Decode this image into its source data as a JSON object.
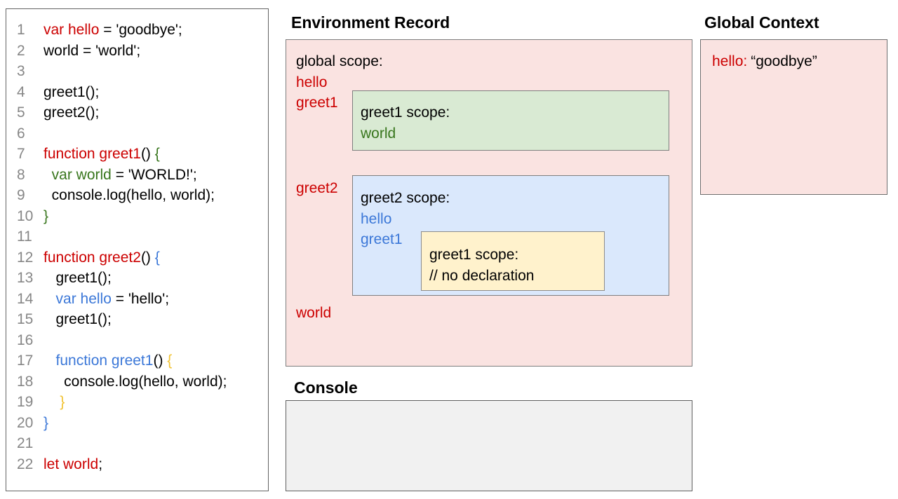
{
  "colors": {
    "red": "#cc0000",
    "green": "#38761d",
    "blue": "#3c78d8",
    "orange": "#f1c232",
    "pink-fill": "#fae3e1",
    "green-fill": "#d9ead3",
    "blue-fill": "#dae8fc",
    "yellow-fill": "#fff2cc",
    "console-fill": "#f1f1f1"
  },
  "code_panel": {
    "lines": [
      {
        "n": "1",
        "segs": [
          {
            "c": "red",
            "t": "var hello"
          },
          {
            "c": "k",
            "t": " = 'goodbye';"
          }
        ]
      },
      {
        "n": "2",
        "segs": [
          {
            "c": "k",
            "t": "world = 'world';"
          }
        ]
      },
      {
        "n": "3",
        "segs": []
      },
      {
        "n": "4",
        "segs": [
          {
            "c": "k",
            "t": "greet1();"
          }
        ]
      },
      {
        "n": "5",
        "segs": [
          {
            "c": "k",
            "t": "greet2();"
          }
        ]
      },
      {
        "n": "6",
        "segs": []
      },
      {
        "n": "7",
        "segs": [
          {
            "c": "red",
            "t": "function greet1"
          },
          {
            "c": "k",
            "t": "() "
          },
          {
            "c": "green",
            "t": "{"
          }
        ]
      },
      {
        "n": "8",
        "segs": [
          {
            "c": "k",
            "t": "  "
          },
          {
            "c": "green",
            "t": "var world"
          },
          {
            "c": "k",
            "t": " = 'WORLD!';"
          }
        ]
      },
      {
        "n": "9",
        "segs": [
          {
            "c": "k",
            "t": "  console.log(hello, world);"
          }
        ]
      },
      {
        "n": "10",
        "segs": [
          {
            "c": "green",
            "t": "}"
          }
        ]
      },
      {
        "n": "11",
        "segs": []
      },
      {
        "n": "12",
        "segs": [
          {
            "c": "red",
            "t": "function greet2"
          },
          {
            "c": "k",
            "t": "() "
          },
          {
            "c": "blue",
            "t": "{"
          }
        ]
      },
      {
        "n": "13",
        "segs": [
          {
            "c": "k",
            "t": "   greet1();"
          }
        ]
      },
      {
        "n": "14",
        "segs": [
          {
            "c": "k",
            "t": "   "
          },
          {
            "c": "blue",
            "t": "var hello"
          },
          {
            "c": "k",
            "t": " = 'hello';"
          }
        ]
      },
      {
        "n": "15",
        "segs": [
          {
            "c": "k",
            "t": "   greet1();"
          }
        ]
      },
      {
        "n": "16",
        "segs": []
      },
      {
        "n": "17",
        "segs": [
          {
            "c": "k",
            "t": "   "
          },
          {
            "c": "blue",
            "t": "function greet1"
          },
          {
            "c": "k",
            "t": "() "
          },
          {
            "c": "orange",
            "t": "{"
          }
        ]
      },
      {
        "n": "18",
        "segs": [
          {
            "c": "k",
            "t": "     console.log(hello, world);"
          }
        ]
      },
      {
        "n": "19",
        "segs": [
          {
            "c": "k",
            "t": "    "
          },
          {
            "c": "orange",
            "t": "}"
          }
        ]
      },
      {
        "n": "20",
        "segs": [
          {
            "c": "blue",
            "t": "}"
          }
        ]
      },
      {
        "n": "21",
        "segs": []
      },
      {
        "n": "22",
        "segs": [
          {
            "c": "red",
            "t": "let world"
          },
          {
            "c": "k",
            "t": ";"
          }
        ]
      }
    ]
  },
  "environment_record": {
    "title": "Environment Record",
    "global_scope_label": "global scope:",
    "global_vars": {
      "hello": "hello",
      "greet1": "greet1",
      "greet2": "greet2",
      "world": "world"
    },
    "greet1_scope": {
      "label": "greet1 scope:",
      "var1": "world"
    },
    "greet2_scope": {
      "label": "greet2 scope:",
      "var1": "hello",
      "var2": "greet1",
      "inner_scope": {
        "label": "greet1 scope:",
        "comment": "// no declaration"
      }
    }
  },
  "console_panel": {
    "title": "Console"
  },
  "global_context": {
    "title": "Global Context",
    "entry": {
      "key": "hello:",
      "value": "“goodbye”"
    }
  }
}
